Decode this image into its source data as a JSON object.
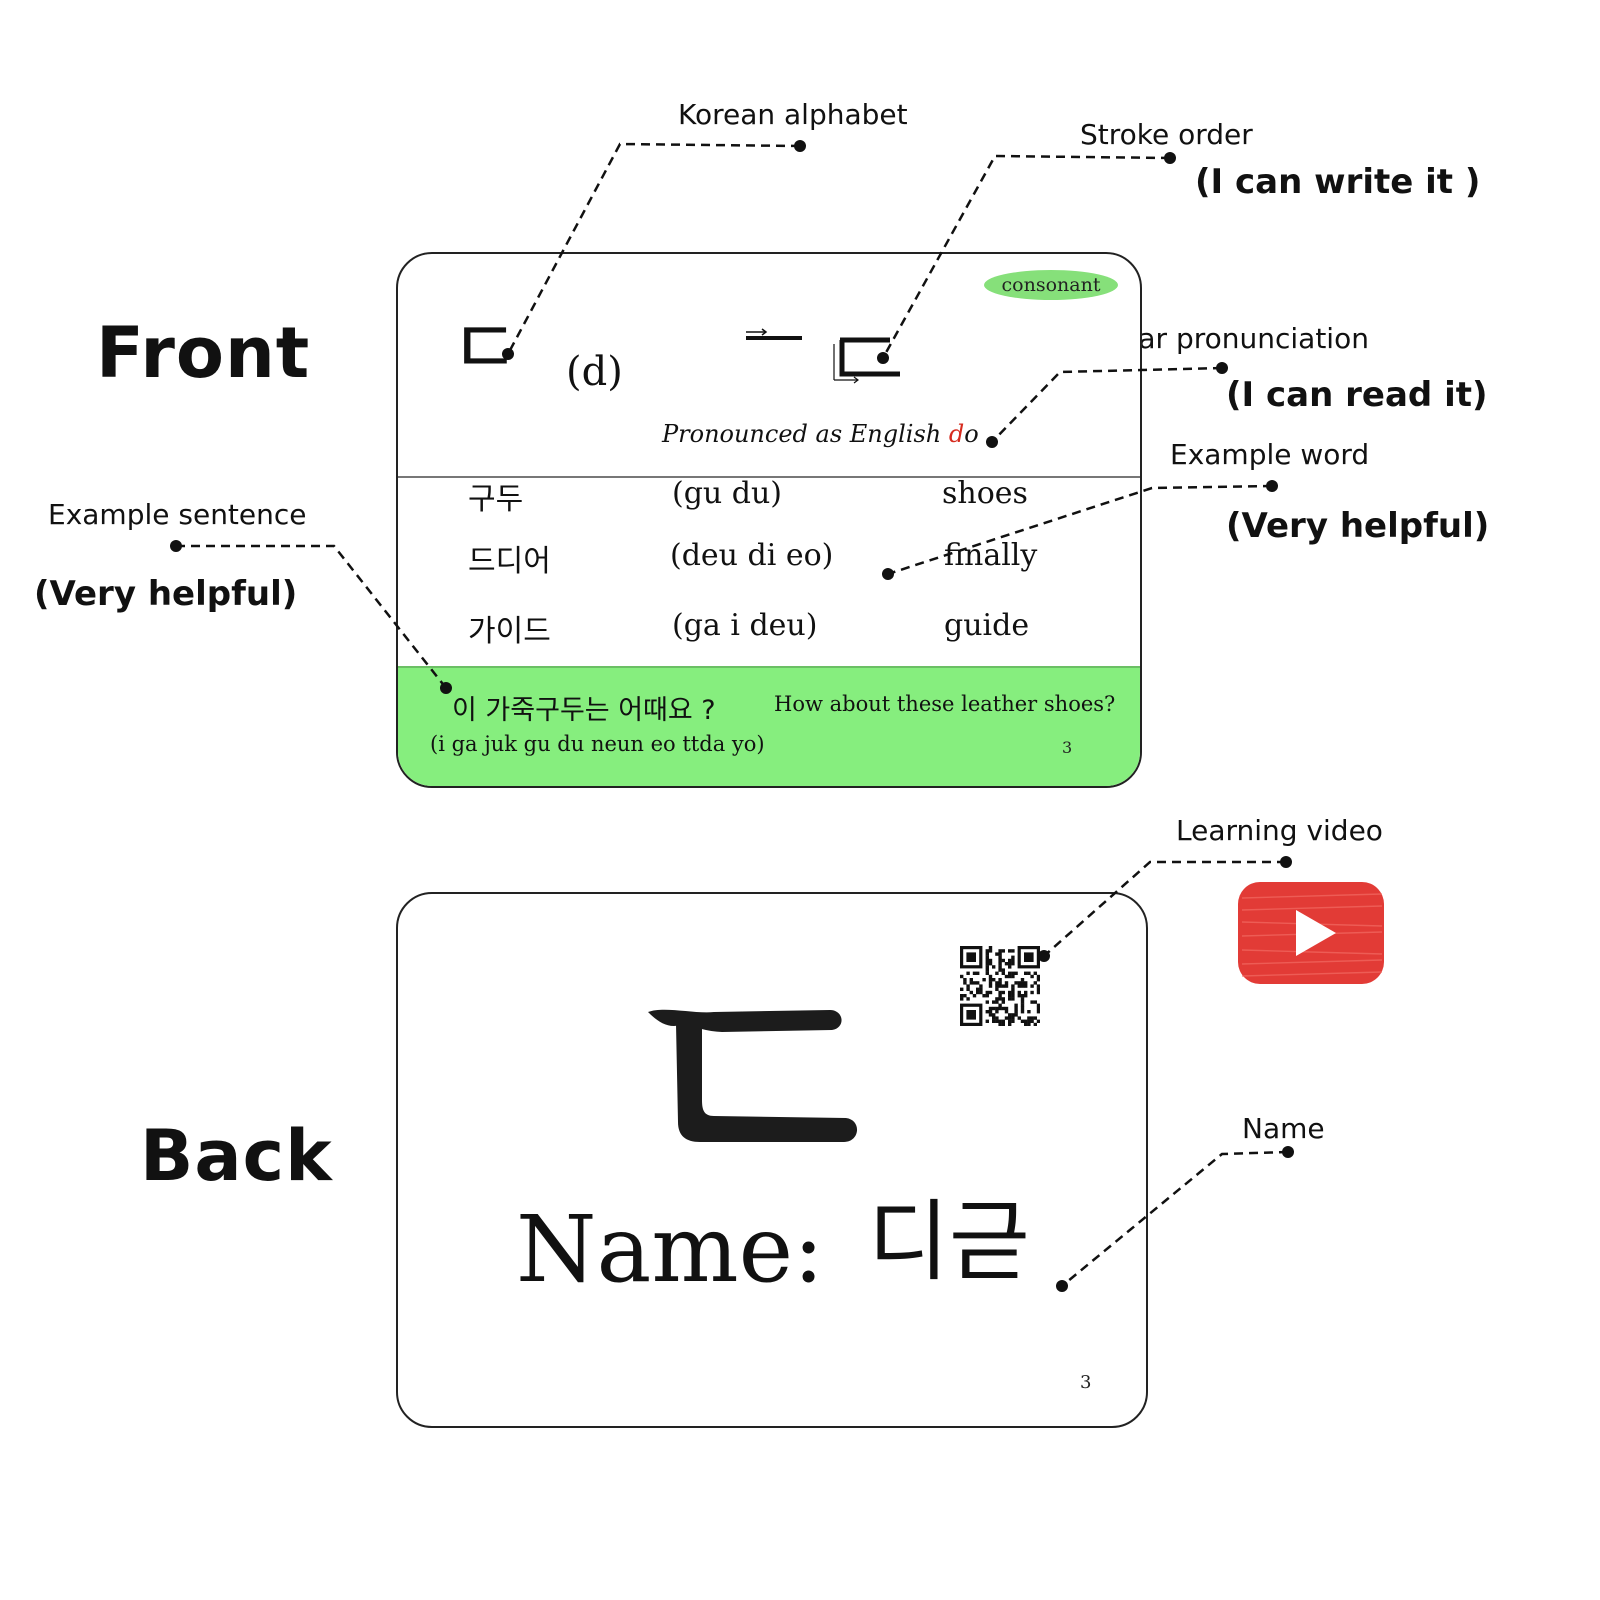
{
  "labels": {
    "front": "Front",
    "back": "Back"
  },
  "callouts": {
    "korean_alphabet": "Korean alphabet",
    "stroke_order": "Stroke order",
    "stroke_order_note": "(I can write it )",
    "similar_pronunciation": "Similar pronunciation",
    "similar_pronunciation_note": "(I can read it)",
    "example_word": "Example word",
    "example_word_note": "(Very helpful)",
    "example_sentence": "Example sentence",
    "example_sentence_note": "(Very helpful)",
    "learning_video": "Learning video",
    "name": "Name"
  },
  "front_card": {
    "badge": "consonant",
    "letter": "ㄷ",
    "romanization": "(d)",
    "stroke_letter": "ㄷ",
    "pronunciation_prefix": "Pronounced as English ",
    "pronunciation_highlight": "d",
    "pronunciation_suffix": "o",
    "highlight_color": "#d62b1f",
    "words": [
      {
        "korean": "구두",
        "roman": "(gu du)",
        "english": "shoes"
      },
      {
        "korean": "드디어",
        "roman": "(deu di eo)",
        "english": "finally"
      },
      {
        "korean": "가이드",
        "roman": "(ga i deu)",
        "english": "guide"
      }
    ],
    "sentence_korean": "이 가죽구두는 어때요 ?",
    "sentence_english": "How about these leather shoes?",
    "sentence_roman": "(i ga juk gu du neun eo ttda yo)",
    "page": "3",
    "band_color": "#86ee7e"
  },
  "back_card": {
    "letter": "ㄷ",
    "name_label": "Name:",
    "name_value": "디귿",
    "page": "3",
    "qr_icon": "qr-code-icon",
    "video_icon": "youtube-play-icon",
    "video_color": "#e23b36"
  }
}
